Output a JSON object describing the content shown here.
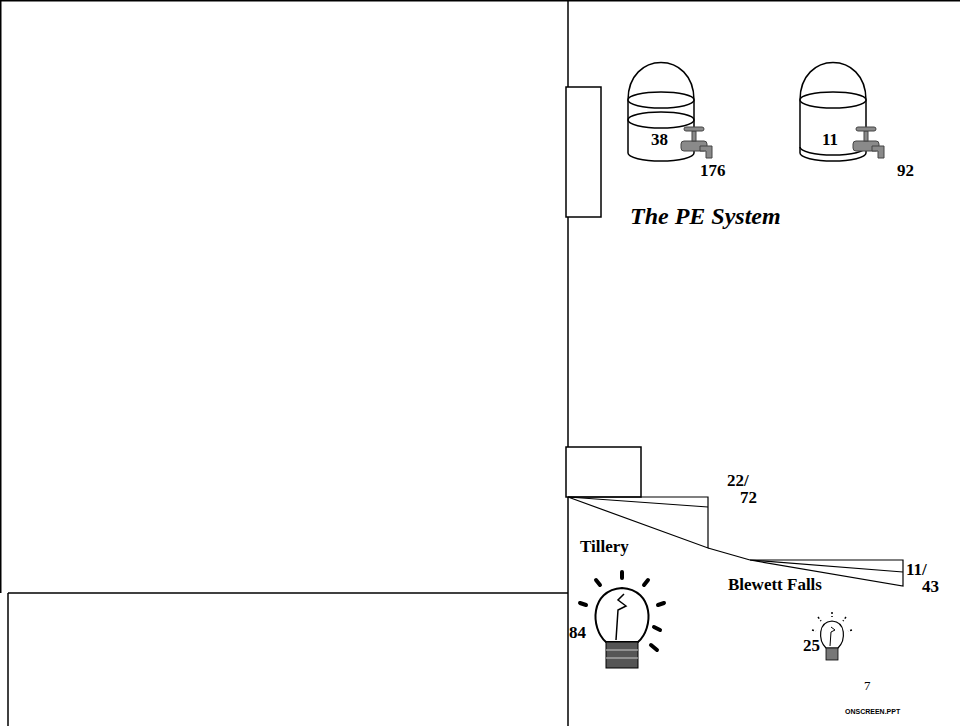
{
  "diagram": {
    "title": "The PE System",
    "labels": [
      "38",
      "176",
      "11",
      "92",
      "22/",
      "72",
      "Tillery",
      "11/",
      "43",
      "Blewett Falls",
      "84",
      "25",
      "7",
      "ONSCREEN.PPT"
    ]
  }
}
